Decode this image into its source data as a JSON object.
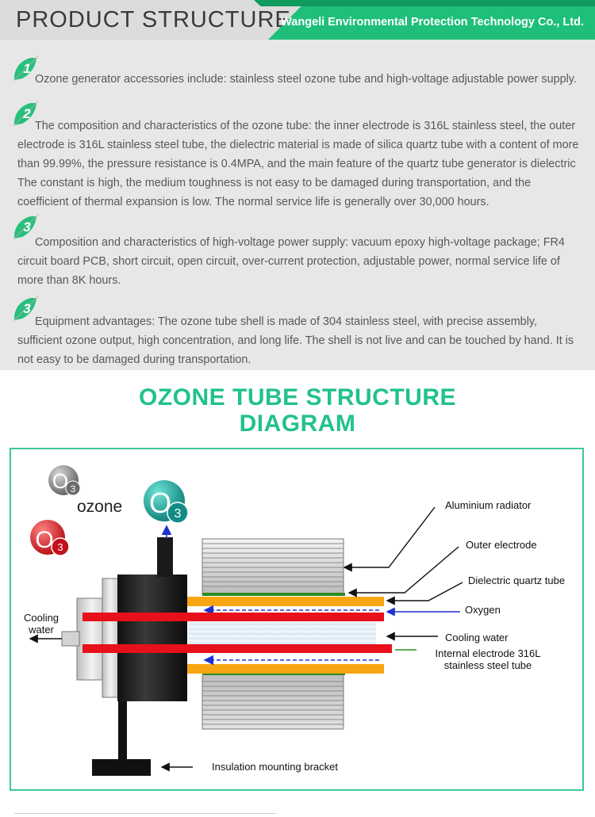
{
  "header": {
    "title": "PRODUCT STRUCTURE",
    "company": "Wangeli Environmental Protection Technology Co., Ltd."
  },
  "items": [
    {
      "number": "1",
      "text": "Ozone generator accessories include: stainless steel ozone tube and high-voltage adjustable power supply."
    },
    {
      "number": "2",
      "text": "The composition and characteristics of the ozone tube: the inner electrode is 316L stainless steel, the outer electrode is 316L stainless steel tube, the dielectric material is made of silica quartz tube with a content of more than 99.99%, the pressure resistance is 0.4MPA, and the main feature of the quartz tube generator is dielectric The constant is high, the medium toughness is not easy to be damaged during transportation, and the coefficient of thermal expansion is low. The normal service life is generally over 30,000 hours."
    },
    {
      "number": "3",
      "text": "Composition and characteristics of high-voltage power supply: vacuum epoxy high-voltage package; FR4 circuit board PCB, short circuit, open circuit, over-current protection, adjustable power, normal service life of more than 8K hours."
    },
    {
      "number": "3",
      "text": "Equipment advantages: The ozone tube shell is made of 304 stainless steel, with precise assembly, sufficient ozone output, high concentration, and long life. The shell is not live and can be touched by hand. It is not easy to be damaged during transportation."
    }
  ],
  "diagram": {
    "title_line1": "OZONE TUBE STRUCTURE",
    "title_line2": "DIAGRAM",
    "ozone_word": "ozone",
    "o3_letter": "O",
    "o3_sub": "3",
    "labels": {
      "aluminium_radiator": "Aluminium radiator",
      "outer_electrode": "Outer electrode",
      "dielectric_quartz_tube": "Dielectric quartz tube",
      "oxygen": "Oxygen",
      "cooling_water_right": "Cooling water",
      "internal_electrode_line1": "Internal electrode 316L",
      "internal_electrode_line2": "stainless steel tube",
      "cooling_water_left_line1": "Cooling",
      "cooling_water_left_line2": "water",
      "insulation_bracket": "Insulation mounting bracket"
    },
    "colors": {
      "accent_green": "#21c28a",
      "electrode_red": "#e8101a",
      "quartz_orange": "#f7a612",
      "outer_electrode_green": "#2e8b22",
      "oxygen_arrow_blue": "#1f2fd0",
      "o3_gray": "#8a8a8a",
      "o3_teal": "#1aa59a",
      "o3_red": "#d7141a"
    }
  }
}
